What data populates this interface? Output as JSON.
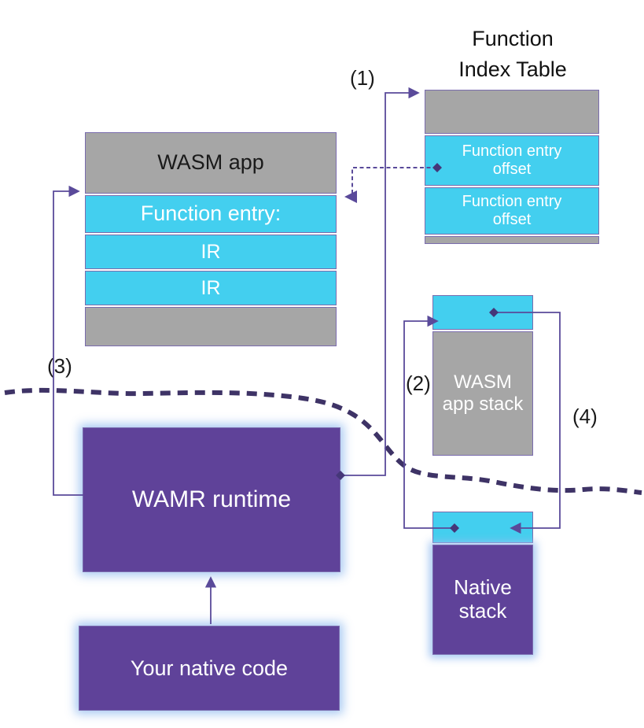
{
  "title": {
    "text": "Function\nIndex Table"
  },
  "labels": {
    "n1": "(1)",
    "n2": "(2)",
    "n3": "(3)",
    "n4": "(4)"
  },
  "wasm_app": {
    "header": "WASM app",
    "row_function_entry": "Function entry:",
    "row_ir1": "IR",
    "row_ir2": "IR"
  },
  "function_index_table": {
    "row1": "Function entry\noffset",
    "row2": "Function entry\noffset"
  },
  "wasm_app_stack": {
    "label": "WASM\napp stack"
  },
  "wamr_runtime": {
    "label": "WAMR runtime"
  },
  "native_code": {
    "label": "Your native code"
  },
  "native_stack": {
    "label": "Native\nstack"
  },
  "colors": {
    "cyan": "#43cfef",
    "gray": "#a6a6a6",
    "purple": "#5f4299",
    "connector": "#5a4a9a",
    "divider_dash": "#3e3366"
  }
}
